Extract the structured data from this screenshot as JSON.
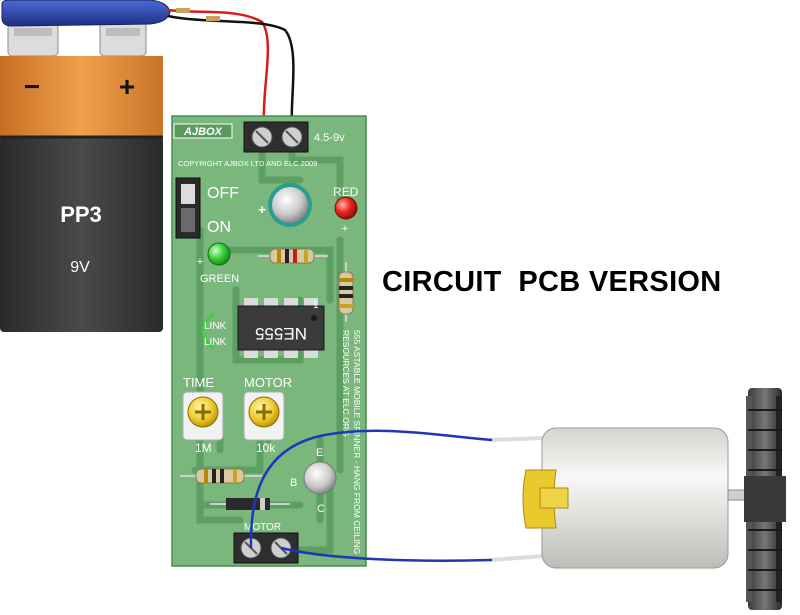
{
  "title": "CIRCUIT  PCB VERSION",
  "battery": {
    "type_label": "PP3",
    "voltage_label": "9V",
    "minus_sign": "−",
    "plus_sign": "+"
  },
  "pcb": {
    "brand": "AJBOX",
    "supply_label": "4.5-9v",
    "copyright": "COPYRIGHT  AJBOX LTD AND ELC 2009",
    "switch_off": "OFF",
    "switch_on": "ON",
    "led_red_label": "RED",
    "led_green_label": "GREEN",
    "link_label_1": "LINK",
    "link_label_2": "LINK",
    "ic_label": "NE555",
    "pin1_label": "1",
    "pot_time_label": "TIME",
    "pot_motor_label": "MOTOR",
    "pot_time_value": "1M",
    "pot_motor_value": "10k",
    "transistor_pins": [
      "E",
      "B",
      "C"
    ],
    "motor_terminal_label": "MOTOR",
    "vertical_text_1": "555 ASTABLE MOBILE SPINNER - HANG FROM CEILING",
    "vertical_text_2": "RESOURCES AT ELC.ORG"
  },
  "colors": {
    "pcb_green": "#79b77d",
    "battery_orange": "#e08a3a",
    "battery_dark": "#3c3c3c",
    "battery_cap": "#2b47a6",
    "wire_red": "#d81b1b",
    "wire_blue": "#1e37b8",
    "led_red": "#e8281e",
    "led_green": "#3ed13e",
    "pot_yellow": "#ecca2b"
  }
}
